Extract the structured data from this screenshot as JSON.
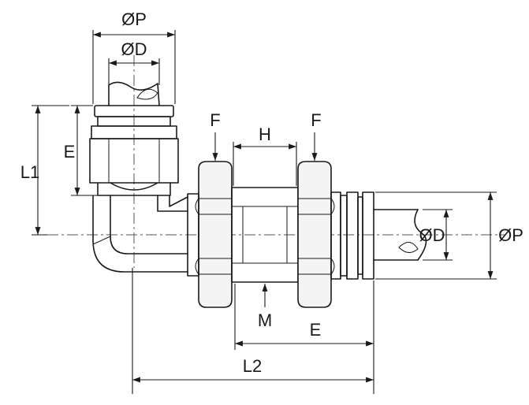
{
  "labels": {
    "top_p": "ØP",
    "top_d": "ØD",
    "left_e": "E",
    "left_l1": "L1",
    "nut_f_left": "F",
    "nut_f_right": "F",
    "hex_h": "H",
    "thread_m": "M",
    "bottom_e": "E",
    "bottom_l2": "L2",
    "right_d": "ØD",
    "right_p": "ØP"
  },
  "colors": {
    "stroke": "#1a1a1a",
    "background": "#ffffff"
  }
}
